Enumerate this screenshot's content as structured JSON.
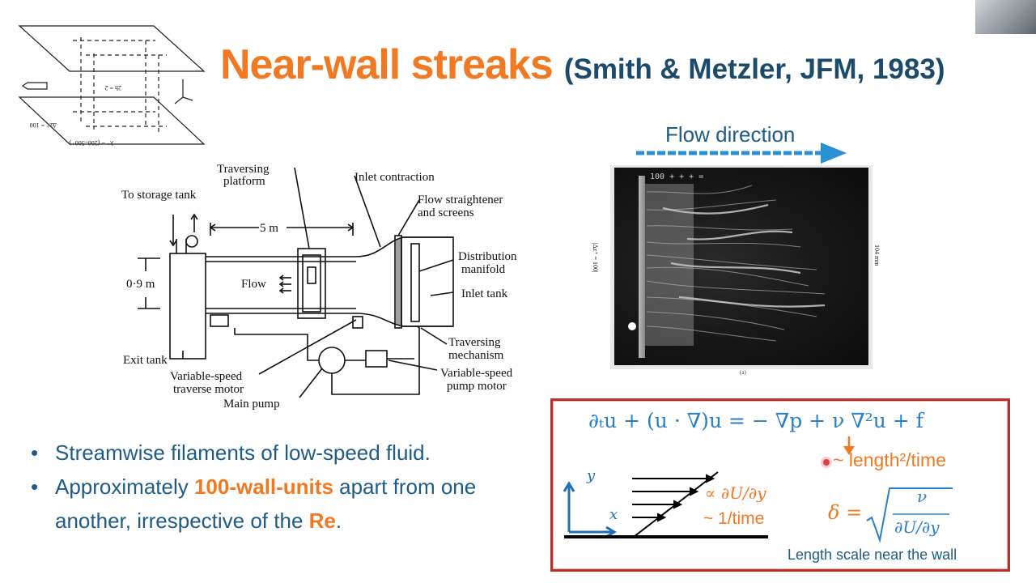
{
  "title": {
    "main": "Near-wall streaks",
    "citation": "(Smith & Metzler, JFM, 1983)"
  },
  "schematic": {
    "labels": {
      "traversing_platform": "Traversing\nplatform",
      "inlet_contraction": "Inlet contraction",
      "to_storage_tank": "To storage tank",
      "flow_straightener": "Flow straightener\nand screens",
      "length": "5 m",
      "distribution_manifold": "Distribution\nmanifold",
      "height": "0·9 m",
      "flow": "Flow",
      "inlet_tank": "Inlet tank",
      "traversing_mechanism": "Traversing\nmechanism",
      "exit_tank": "Exit tank",
      "variable_speed_pump_motor": "Variable-speed\npump motor",
      "variable_speed_traverse_motor": "Variable-speed\ntraverse motor",
      "main_pump": "Main pump"
    }
  },
  "photo": {
    "flow_direction": "Flow direction",
    "side_scale": "104 mm",
    "left_scale": "|Δz⁺ = 100|",
    "caption": "(a)",
    "top_marks": "100 + + + ="
  },
  "bullets": [
    {
      "pre": "Streamwise filaments of low-speed fluid.",
      "hl1": "",
      "mid": "",
      "hl2": "",
      "post": ""
    },
    {
      "pre": "Approximately ",
      "hl1": "100-wall-units",
      "mid": " apart from one another, irrespective of the ",
      "hl2": "Re",
      "post": "."
    }
  ],
  "equation_box": {
    "ns_equation": "∂ₜu + (u · ∇)u = − ∇p + ν ∇²u + f",
    "viscosity_units": "~ length²/time",
    "shear": "∝ ∂U/∂y",
    "shear_units": "~ 1/time",
    "axis_x": "x",
    "axis_y": "y",
    "delta_lhs": "δ =",
    "delta_num": "ν",
    "delta_den": "∂U/∂y",
    "caption": "Length scale near the wall"
  },
  "colors": {
    "title_orange": "#f07a23",
    "citation_navy": "#1b4a6b",
    "text_blue": "#1e5c86",
    "math_blue": "#2b7fc4",
    "box_red": "#b8322c"
  }
}
